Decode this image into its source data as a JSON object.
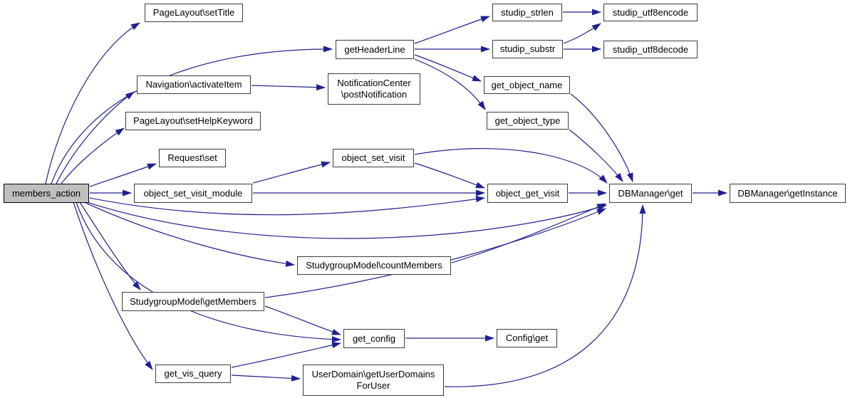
{
  "diagram": {
    "type": "call-graph",
    "colors": {
      "edge": "#20208f",
      "node_border": "#3d3d3d",
      "node_fill": "#ffffff",
      "highlight_fill": "#bfbfbf",
      "text": "#000000"
    },
    "nodes": {
      "members_action": {
        "label": "members_action",
        "highlighted": true
      },
      "page_layout_set_title": {
        "label": "PageLayout\\setTitle"
      },
      "get_header_line": {
        "label": "getHeaderLine"
      },
      "navigation_activate_item": {
        "label": "Navigation\\activateItem"
      },
      "notification_center_post_notification": {
        "line1": "NotificationCenter",
        "line2": "\\postNotification"
      },
      "page_layout_set_help_keyword": {
        "label": "PageLayout\\setHelpKeyword"
      },
      "request_set": {
        "label": "Request\\set"
      },
      "object_set_visit": {
        "label": "object_set_visit"
      },
      "object_set_visit_module": {
        "label": "object_set_visit_module"
      },
      "object_get_visit": {
        "label": "object_get_visit"
      },
      "studip_strlen": {
        "label": "studip_strlen"
      },
      "studip_substr": {
        "label": "studip_substr"
      },
      "studip_utf8encode": {
        "label": "studip_utf8encode"
      },
      "studip_utf8decode": {
        "label": "studip_utf8decode"
      },
      "get_object_name": {
        "label": "get_object_name"
      },
      "get_object_type": {
        "label": "get_object_type"
      },
      "dbmanager_get": {
        "label": "DBManager\\get"
      },
      "dbmanager_get_instance": {
        "label": "DBManager\\getInstance"
      },
      "studygroup_count_members": {
        "label": "StudygroupModel\\countMembers"
      },
      "studygroup_get_members": {
        "label": "StudygroupModel\\getMembers"
      },
      "get_config": {
        "label": "get_config"
      },
      "config_get": {
        "label": "Config\\get"
      },
      "get_vis_query": {
        "label": "get_vis_query"
      },
      "userdomain_get_user_domains_for_user": {
        "line1": "UserDomain\\getUserDomains",
        "line2": "ForUser"
      }
    },
    "edges": [
      {
        "from": "members_action",
        "to": "page_layout_set_title"
      },
      {
        "from": "members_action",
        "to": "get_header_line"
      },
      {
        "from": "members_action",
        "to": "navigation_activate_item"
      },
      {
        "from": "members_action",
        "to": "page_layout_set_help_keyword"
      },
      {
        "from": "members_action",
        "to": "request_set"
      },
      {
        "from": "members_action",
        "to": "object_set_visit_module"
      },
      {
        "from": "members_action",
        "to": "object_get_visit"
      },
      {
        "from": "members_action",
        "to": "dbmanager_get"
      },
      {
        "from": "members_action",
        "to": "studygroup_count_members"
      },
      {
        "from": "members_action",
        "to": "studygroup_get_members"
      },
      {
        "from": "members_action",
        "to": "get_config"
      },
      {
        "from": "members_action",
        "to": "get_vis_query"
      },
      {
        "from": "get_header_line",
        "to": "studip_strlen"
      },
      {
        "from": "get_header_line",
        "to": "studip_substr"
      },
      {
        "from": "get_header_line",
        "to": "get_object_name"
      },
      {
        "from": "get_header_line",
        "to": "get_object_type"
      },
      {
        "from": "studip_strlen",
        "to": "studip_utf8encode"
      },
      {
        "from": "studip_substr",
        "to": "studip_utf8encode"
      },
      {
        "from": "studip_substr",
        "to": "studip_utf8decode"
      },
      {
        "from": "get_object_name",
        "to": "dbmanager_get"
      },
      {
        "from": "get_object_type",
        "to": "dbmanager_get"
      },
      {
        "from": "object_set_visit",
        "to": "object_get_visit"
      },
      {
        "from": "object_set_visit",
        "to": "dbmanager_get"
      },
      {
        "from": "object_set_visit_module",
        "to": "object_set_visit"
      },
      {
        "from": "object_set_visit_module",
        "to": "object_get_visit"
      },
      {
        "from": "object_get_visit",
        "to": "dbmanager_get"
      },
      {
        "from": "dbmanager_get",
        "to": "dbmanager_get_instance"
      },
      {
        "from": "studygroup_count_members",
        "to": "dbmanager_get"
      },
      {
        "from": "studygroup_get_members",
        "to": "dbmanager_get"
      },
      {
        "from": "studygroup_get_members",
        "to": "get_config"
      },
      {
        "from": "get_vis_query",
        "to": "get_config"
      },
      {
        "from": "get_vis_query",
        "to": "userdomain_get_user_domains_for_user"
      },
      {
        "from": "get_config",
        "to": "config_get"
      },
      {
        "from": "userdomain_get_user_domains_for_user",
        "to": "dbmanager_get"
      },
      {
        "from": "navigation_activate_item",
        "to": "notification_center_post_notification"
      }
    ]
  }
}
